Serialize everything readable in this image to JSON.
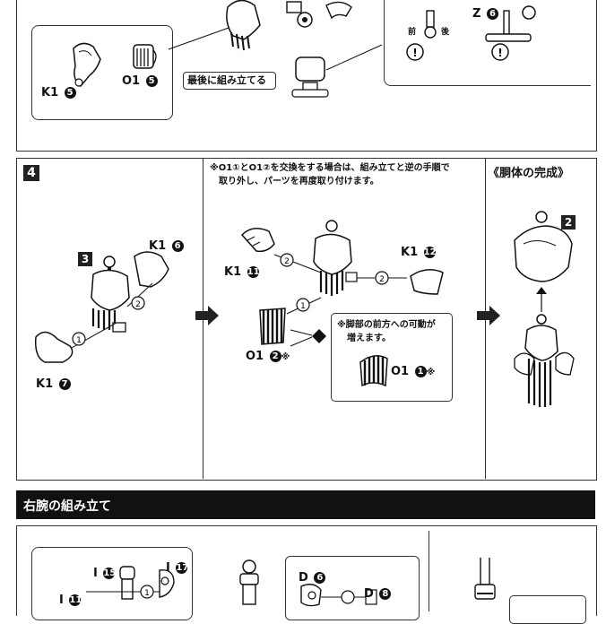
{
  "top": {
    "label_k1_5": "K1",
    "label_o1_5": "O1",
    "num_5": "5",
    "callout_last": "最後に組み立てる",
    "z6_label": "Z",
    "z6_num": "6",
    "mae": "前",
    "ato": "後"
  },
  "step4": {
    "step": "4",
    "note_line1": "※O1①とO1②を交換をする場合は、組み立てと逆の手順で",
    "note_line2": "取り外し、パーツを再度取り付けます。",
    "sub_step": "3",
    "k1_6": "K1",
    "n6": "6",
    "k1_7": "K1",
    "n7": "7",
    "c1": "1",
    "c2": "2",
    "k1_11": "K1",
    "n11": "11",
    "k1_12": "K1",
    "n12": "12",
    "o1_2": "O1",
    "n2": "2",
    "kome": "※",
    "inset_line1": "※脚部の前方への可動が",
    "inset_line2": "増えます。",
    "o1_1": "O1",
    "n1": "1",
    "completion_title": "《胴体の完成》",
    "completion_step": "2"
  },
  "section": {
    "title": "右腕の組み立て"
  },
  "bottom": {
    "i15": "I",
    "n15": "15",
    "i17": "I",
    "n17": "17",
    "i11": "I",
    "n11": "11",
    "c1": "1",
    "d6": "D",
    "n6": "6",
    "d8": "D",
    "n8": "8"
  }
}
